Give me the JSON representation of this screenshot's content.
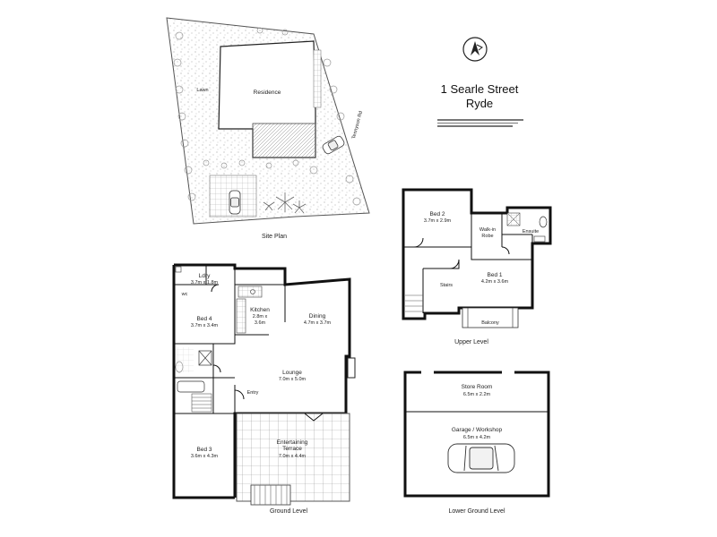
{
  "address": {
    "line1": "1 Searle Street",
    "line2": "Ryde"
  },
  "site_plan": {
    "caption": "Site Plan",
    "residence": "Residence",
    "lawn": "Lawn",
    "street": "Tennyson Rd"
  },
  "ground_level": {
    "caption": "Ground Level",
    "rooms": {
      "laundry": {
        "name": "Ldry",
        "dims": "3.7m x 1.8m"
      },
      "wc": {
        "name": "wc"
      },
      "kitchen": {
        "name": "Kitchen",
        "dims1": "2.8m x",
        "dims2": "3.6m"
      },
      "dining": {
        "name": "Dining",
        "dims": "4.7m x 3.7m"
      },
      "bed4": {
        "name": "Bed 4",
        "dims": "3.7m x 3.4m"
      },
      "lounge": {
        "name": "Lounge",
        "dims": "7.0m x 5.0m"
      },
      "entry": {
        "name": "Entry"
      },
      "bed3": {
        "name": "Bed 3",
        "dims": "3.6m x 4.3m"
      },
      "terrace": {
        "name": "Entertaining",
        "name2": "Terrace",
        "dims": "7.0m x 4.4m"
      }
    }
  },
  "upper_level": {
    "caption": "Upper Level",
    "rooms": {
      "bed2": {
        "name": "Bed 2",
        "dims": "3.7m x 2.9m"
      },
      "walkin": {
        "name": "Walk-in",
        "name2": "Robe"
      },
      "ensuite": {
        "name": "Ensuite"
      },
      "bed1": {
        "name": "Bed 1",
        "dims": "4.2m x 3.6m"
      },
      "stairs": {
        "name": "Stairs"
      },
      "balcony": {
        "name": "Balcony"
      }
    }
  },
  "lower_ground_level": {
    "caption": "Lower Ground Level",
    "rooms": {
      "store": {
        "name": "Store Room",
        "dims": "6.5m x 2.2m"
      },
      "garage": {
        "name": "Garage / Workshop",
        "dims": "6.5m x 4.2m"
      }
    }
  }
}
